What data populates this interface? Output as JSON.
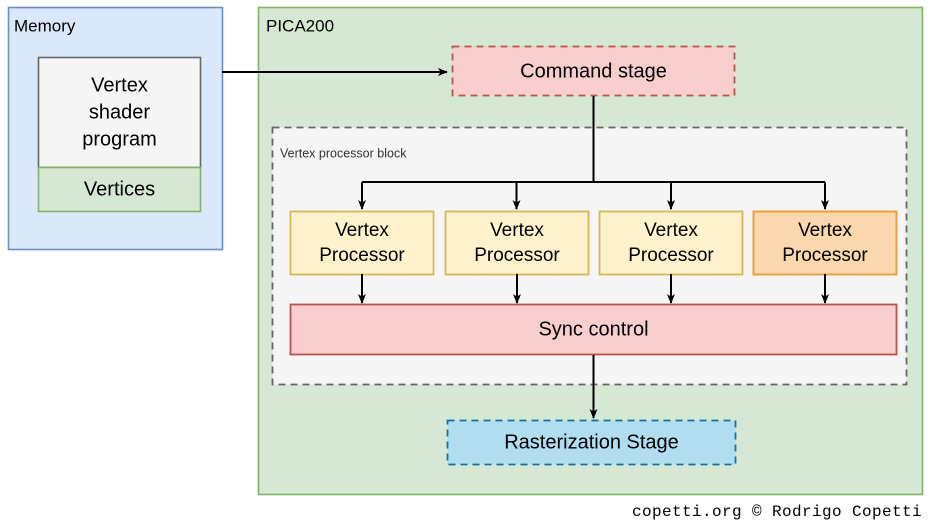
{
  "diagram": {
    "memory_panel": {
      "label": "Memory",
      "fill": "#dae8fc",
      "stroke": "#6c8ebf",
      "boxes": [
        {
          "label_lines": [
            "Vertex",
            "shader",
            "program"
          ],
          "name": "vertex-shader-program-box",
          "fill": "#f5f5f5",
          "stroke": "#666666"
        },
        {
          "label_lines": [
            "Vertices"
          ],
          "name": "vertices-box",
          "fill": "#d5e8d4",
          "stroke": "#82b366"
        }
      ]
    },
    "pica_panel": {
      "label": "PICA200",
      "fill": "#d5e8d4",
      "stroke": "#82b366"
    },
    "command_stage": {
      "label": "Command stage",
      "fill": "#f8cecc",
      "stroke": "#b85450"
    },
    "vertex_processor_block": {
      "label": "Vertex processor block",
      "fill": "#f5f5f5",
      "stroke": "#666666",
      "processors": [
        {
          "label_lines": [
            "Vertex",
            "Processor"
          ],
          "fill": "#fff2cc",
          "stroke": "#d6b656"
        },
        {
          "label_lines": [
            "Vertex",
            "Processor"
          ],
          "fill": "#fff2cc",
          "stroke": "#d6b656"
        },
        {
          "label_lines": [
            "Vertex",
            "Processor"
          ],
          "fill": "#fff2cc",
          "stroke": "#d6b656"
        },
        {
          "label_lines": [
            "Vertex",
            "Processor"
          ],
          "fill": "#fad7ac",
          "stroke": "#e8a33d"
        }
      ],
      "sync_control": {
        "label": "Sync control",
        "fill": "#f8cecc",
        "stroke": "#b85450"
      }
    },
    "rasterization_stage": {
      "label": "Rasterization Stage",
      "fill": "#b1ddf0",
      "stroke": "#10739e"
    },
    "credit": "copetti.org © Rodrigo Copetti"
  }
}
